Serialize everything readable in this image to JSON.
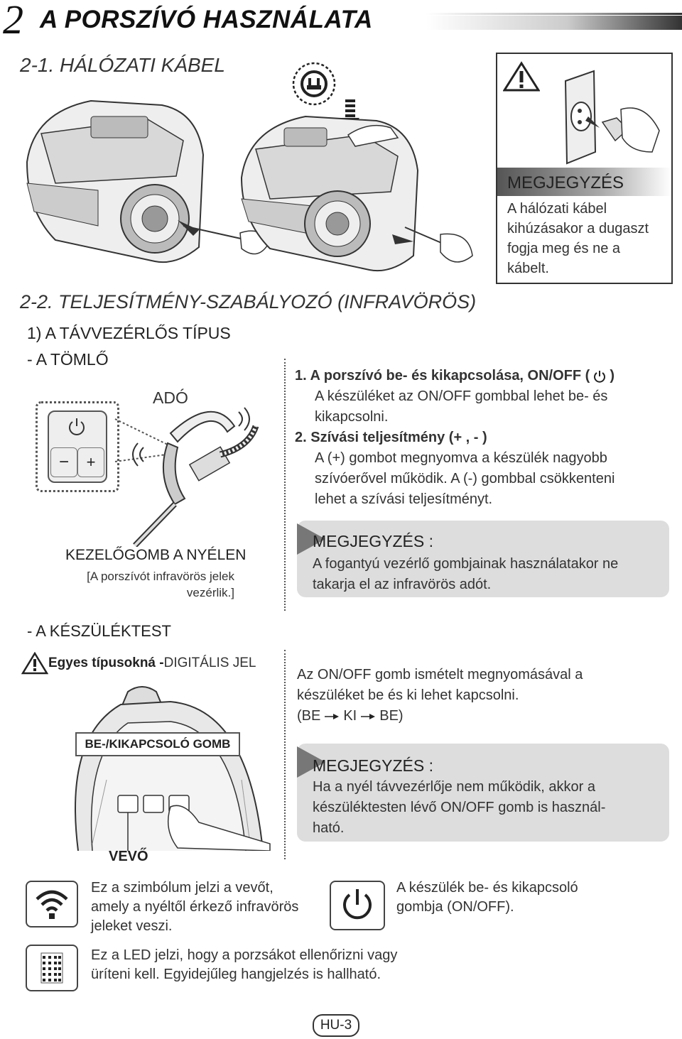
{
  "header": {
    "chapter_number": "2",
    "chapter_title": "A PORSZÍVÓ HASZNÁLATA"
  },
  "section1": {
    "title": "2-1. HÁLÓZATI KÁBEL"
  },
  "note_top": {
    "title": "MEGJEGYZÉS",
    "text": [
      "A hálózati kábel",
      "kihúzásakor a dugaszt",
      "fogja meg és ne a",
      "kábelt."
    ]
  },
  "section2": {
    "title": "2-2. TELJESÍTMÉNY-SZABÁLYOZÓ (INFRAVÖRÖS)",
    "subtitle": "1) A TÁVVEZÉRLŐS TÍPUS",
    "hose_label": "- A TÖMLŐ",
    "transmitter_label": "ADÓ",
    "handle_label": "KEZELŐGOMB A NYÉLEN",
    "handle_desc": [
      "[A porszívót infravörös jelek",
      "vezérlik.]"
    ],
    "remote_buttons": {
      "minus": "−",
      "plus": "+"
    }
  },
  "instructions": {
    "item1_title": "1. A porszívó be- és kikapcsolása, ON/OFF (",
    "item1_title_end": ")",
    "item1_text": [
      "A készüléket az ON/OFF gombbal lehet be- és",
      "kikapcsolni."
    ],
    "item2_title": "2. Szívási teljesítmény (+ , - )",
    "item2_text": [
      "A (+) gombot megnyomva a készülék nagyobb",
      "szívóerővel működik. A (-) gombbal csökkenteni",
      "lehet a szívási teljesítményt."
    ]
  },
  "note_middle": {
    "title": "MEGJEGYZÉS :",
    "text": [
      "A fogantyú vezérlő gombjainak használatakor ne",
      "takarja el az infravörös adót."
    ]
  },
  "body_section": {
    "title": "- A KÉSZÜLÉKTEST",
    "warning_bold": "Egyes típusokná -",
    "warning_rest": " DIGITÁLIS JEL",
    "button_label": "BE-/KIKAPCSOLÓ GOMB",
    "receiver_label": "VEVŐ",
    "onoff_text": [
      "Az ON/OFF gomb ismételt megnyomásával a",
      "készüléket be és ki lehet kapcsolni."
    ],
    "sequence": {
      "open": "(BE",
      "mid": "KI",
      "end": "BE)"
    }
  },
  "note_bottom": {
    "title": "MEGJEGYZÉS :",
    "text": [
      "Ha a nyél távvezérlője nem működik, akkor a",
      "készüléktesten lévő ON/OFF gomb is használ-",
      "ható."
    ]
  },
  "legend": {
    "receiver_text": [
      "Ez a szimbólum jelzi a vevőt,",
      "amely a nyéltől érkező infravörös",
      "jeleket veszi."
    ],
    "power_text": [
      "A készülék be- és kikapcsoló",
      "gombja (ON/OFF)."
    ],
    "led_text": [
      "Ez a LED jelzi, hogy a porzsákot ellenőrizni vagy",
      "üríteni kell. Egyidejűleg hangjelzés is hallható."
    ]
  },
  "footer": {
    "page": "HU-3"
  },
  "icons": [
    "warning-icon",
    "plug-icon",
    "power-icon",
    "wifi-receiver-icon",
    "led-grid-icon",
    "arrow-right-icon"
  ]
}
